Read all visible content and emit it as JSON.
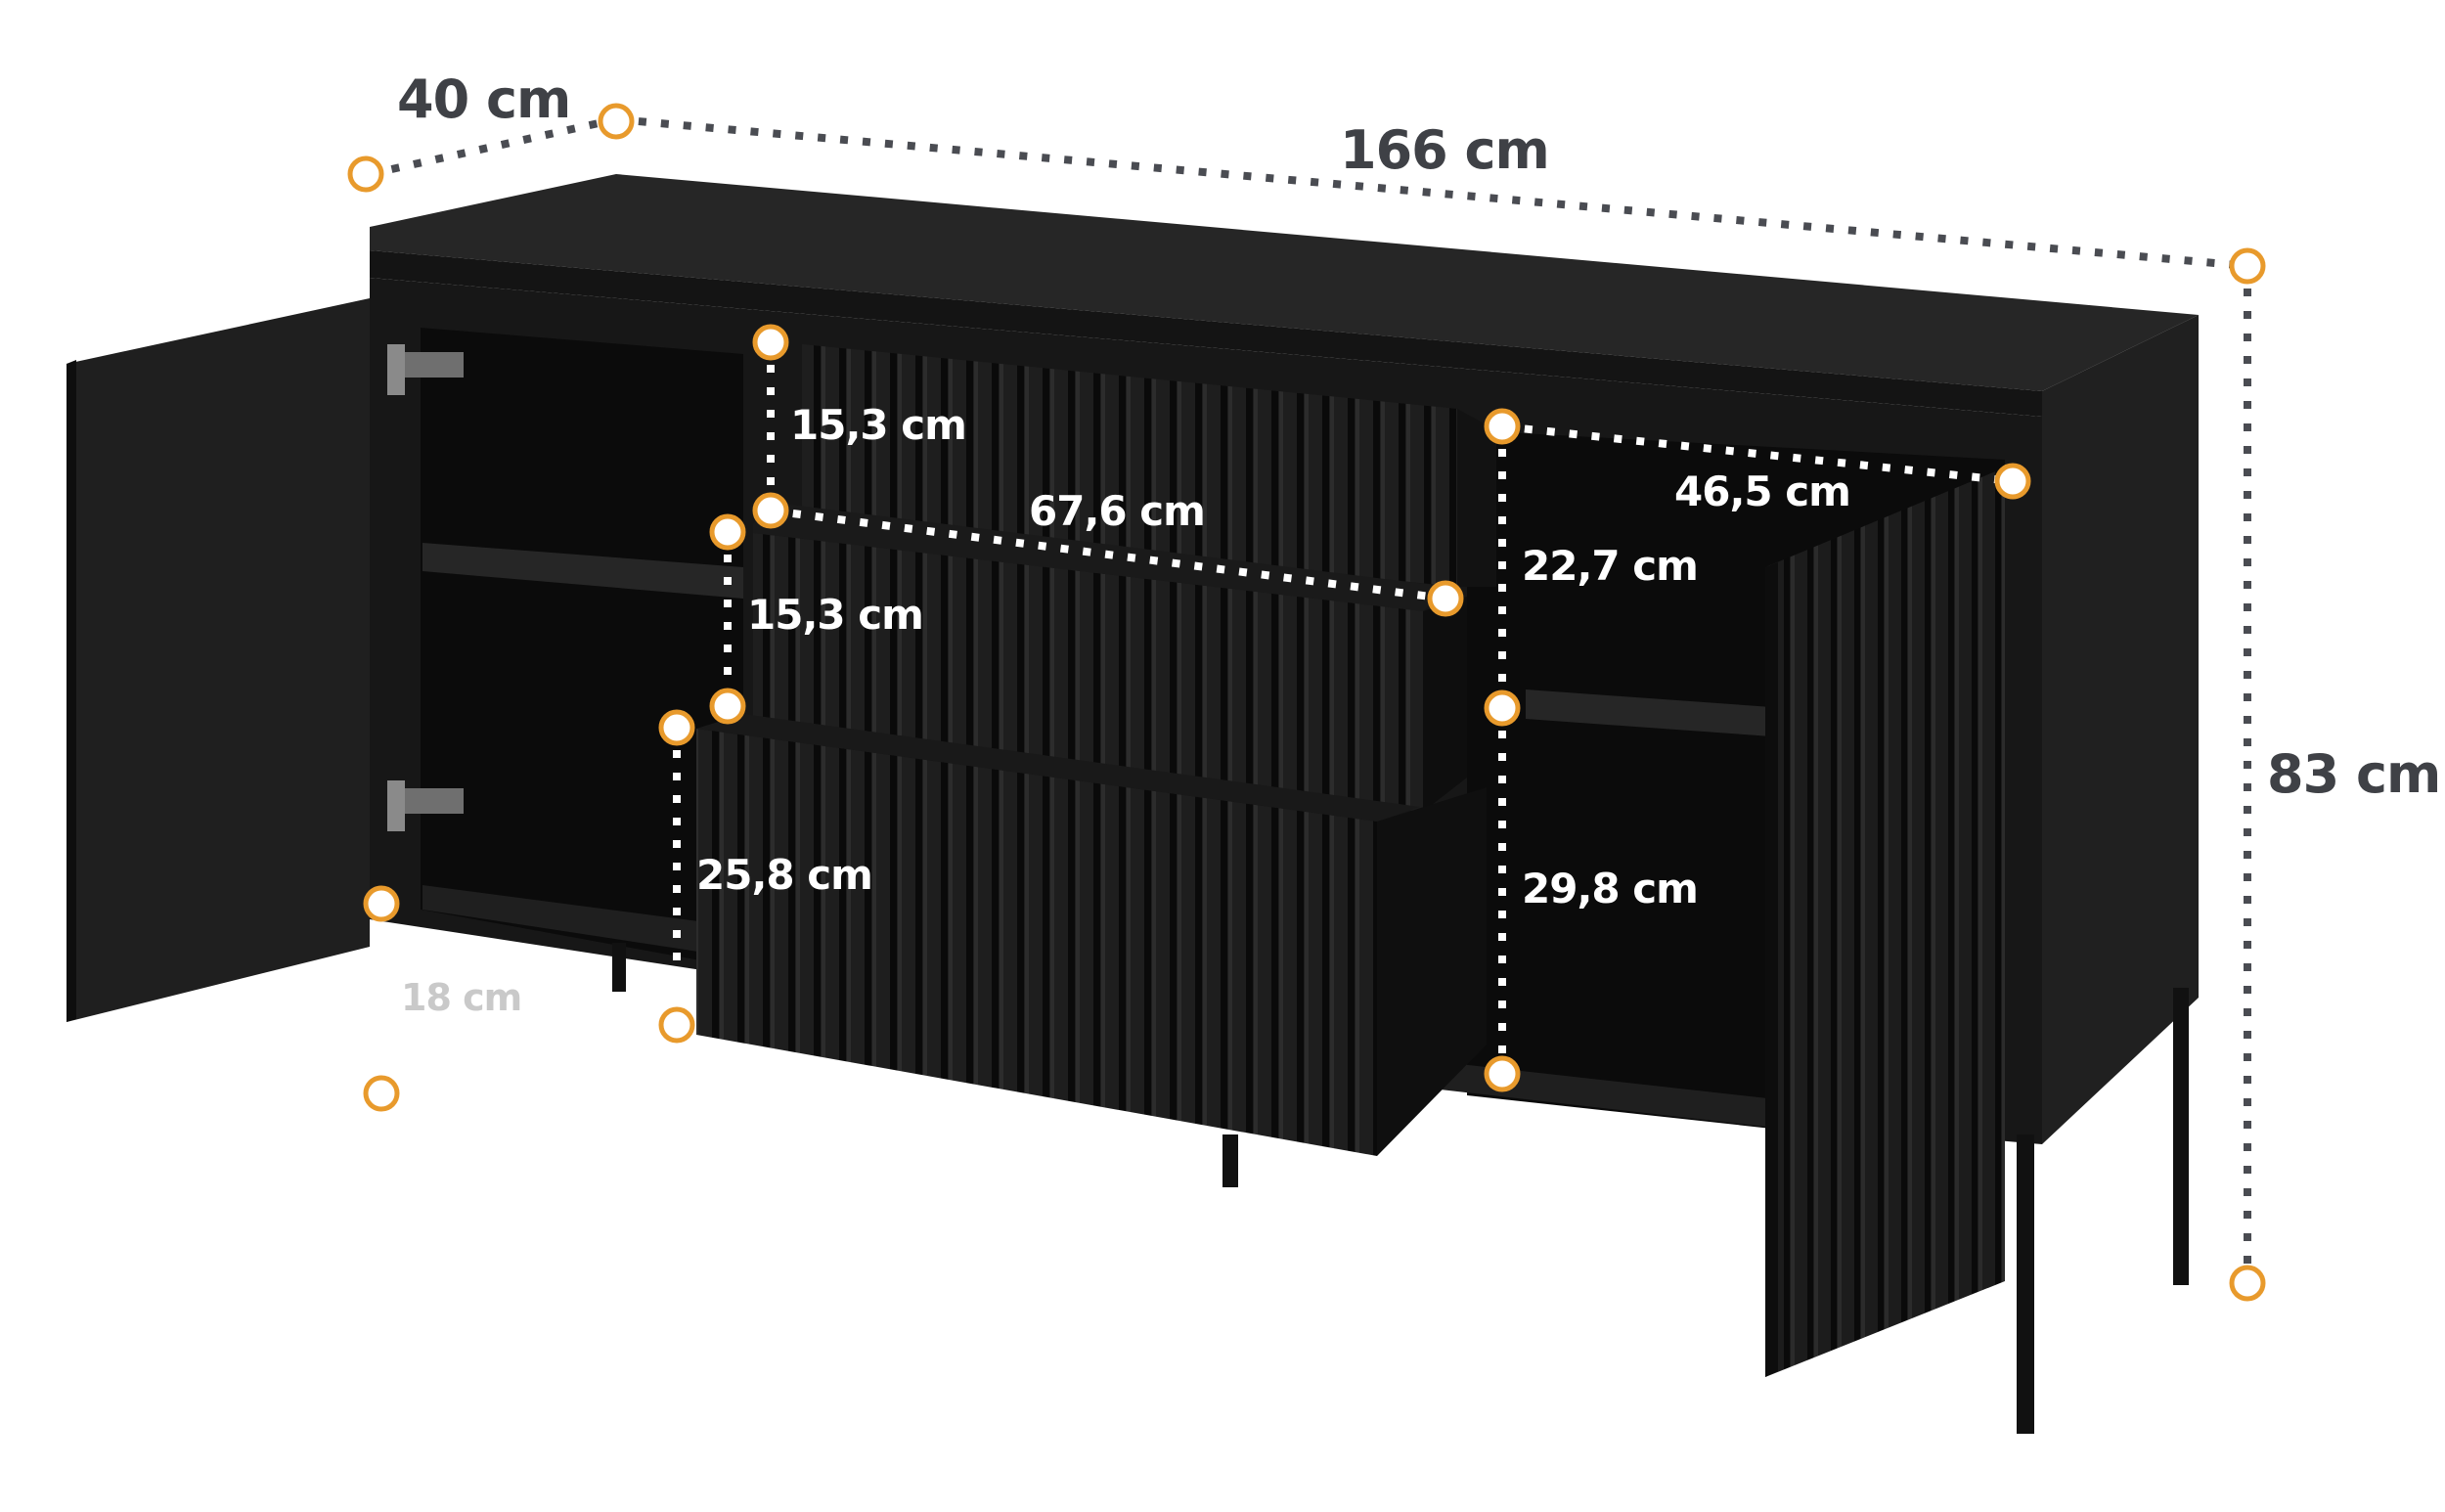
{
  "dimensions": {
    "depth": "40 cm",
    "width": "166 cm",
    "height": "83 cm",
    "top_drawer_height": "15,3 cm",
    "middle_drawer_height": "15,3 cm",
    "bottom_drawer_height": "25,8 cm",
    "drawer_inner_width": "67,6 cm",
    "right_compartment_depth": "46,5 cm",
    "right_upper_shelf_height": "22,7 cm",
    "right_lower_shelf_height": "29,8 cm",
    "leg_height": "18 cm"
  },
  "colors": {
    "cabinet": "#1b1b1b",
    "cabinet_face": "#222222",
    "interior": "#0d0d0d",
    "marker": "#e89a2c",
    "dark_dots": "#4a4c52",
    "white_dots": "#ffffff"
  }
}
